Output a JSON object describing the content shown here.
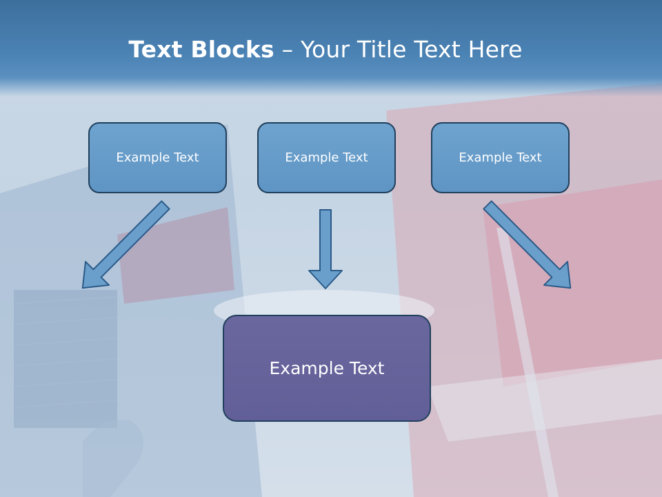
{
  "slide": {
    "title_bold": "Text Blocks",
    "title_dash": " – ",
    "title_rest": "Your Title Text Here"
  },
  "blocks": [
    {
      "label": "Example Text"
    },
    {
      "label": "Example Text"
    },
    {
      "label": "Example Text"
    }
  ],
  "target_block": {
    "label": "Example Text"
  },
  "colors": {
    "header": "#4a82b4",
    "block_fill": "#6ea3cf",
    "block_border": "#1f3f5c",
    "target_fill": "#625f98",
    "arrow_fill": "#6b9fcb",
    "arrow_stroke": "#2a5a88"
  }
}
